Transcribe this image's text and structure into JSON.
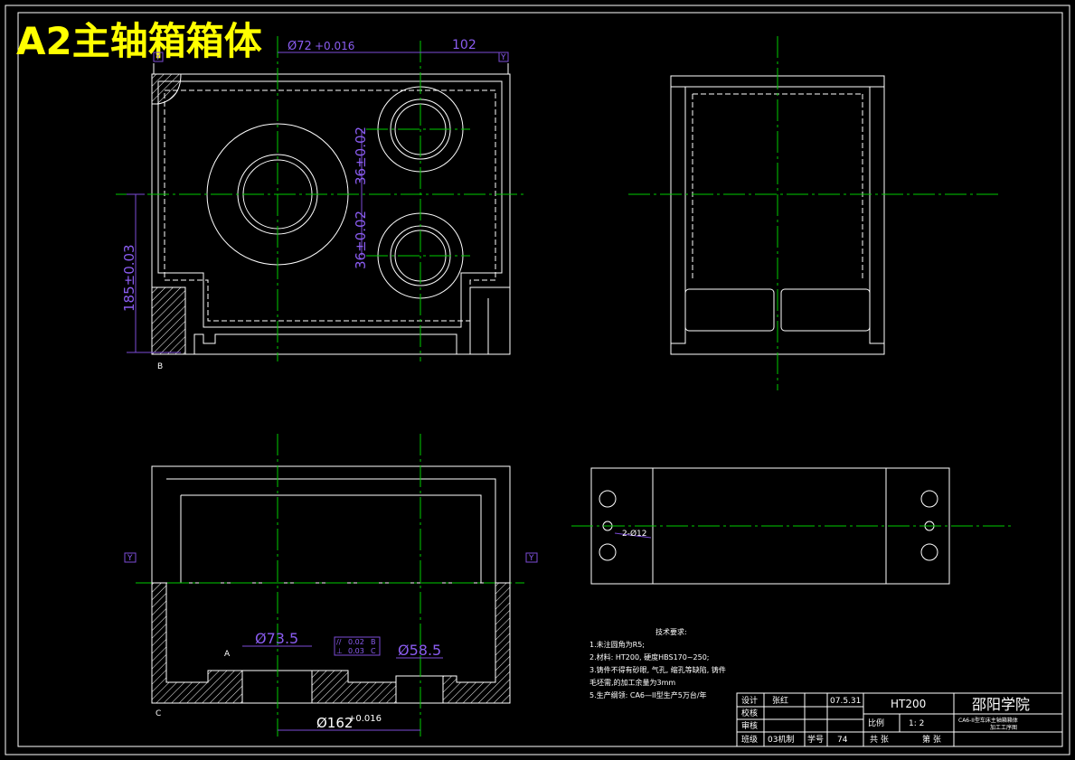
{
  "drawing": {
    "title": "A2主轴箱箱体",
    "dims": {
      "d_top_hole": "Ø72",
      "tol_top": "+0.016",
      "len_102": "102",
      "d_vert1": "36±0.02",
      "d_vert2": "36±0.02",
      "height_185": "185±0.03",
      "bore_73": "Ø73.5",
      "bore_58": "Ø58.5",
      "bore_162": "Ø162",
      "tol_162": "+0.016",
      "holes_label": "2-Ø12",
      "gdt_sym1": "//",
      "gdt_val1": "0.02",
      "gdt_ref1": "B",
      "gdt_sym2": "⊥",
      "gdt_val2": "0.03",
      "gdt_ref2": "C",
      "datum_y": "Y",
      "datum_b": "B",
      "datum_a": "A",
      "datum_c": "C"
    },
    "notes": {
      "heading": "技术要求:",
      "lines": [
        "1.未注圆角为R5;",
        "2.材料: HT200, 硬度HBS170~250;",
        "3.铸件不得有砂眼, 气孔, 缩孔等缺陷, 铸件",
        "毛坯需,的加工余量为3mm",
        "5.生产纲领: CA6—II型生产5万台/年"
      ]
    },
    "title_block": {
      "row1_label": "设计",
      "row1_name": "张红",
      "row1_date": "07.5.31",
      "row2_label": "校核",
      "row3_label": "审核",
      "row4_label": "班级",
      "row4_class": "03机制",
      "row4_no_label": "学号",
      "row4_no": "74",
      "material": "HT200",
      "school": "邵阳学院",
      "scale_label": "比例",
      "scale": "1: 2",
      "desc": "CA6-II型车床主轴箱箱体",
      "desc2": "加工工序图",
      "sheets_total": "共  张",
      "sheet_no": "第  张"
    }
  }
}
